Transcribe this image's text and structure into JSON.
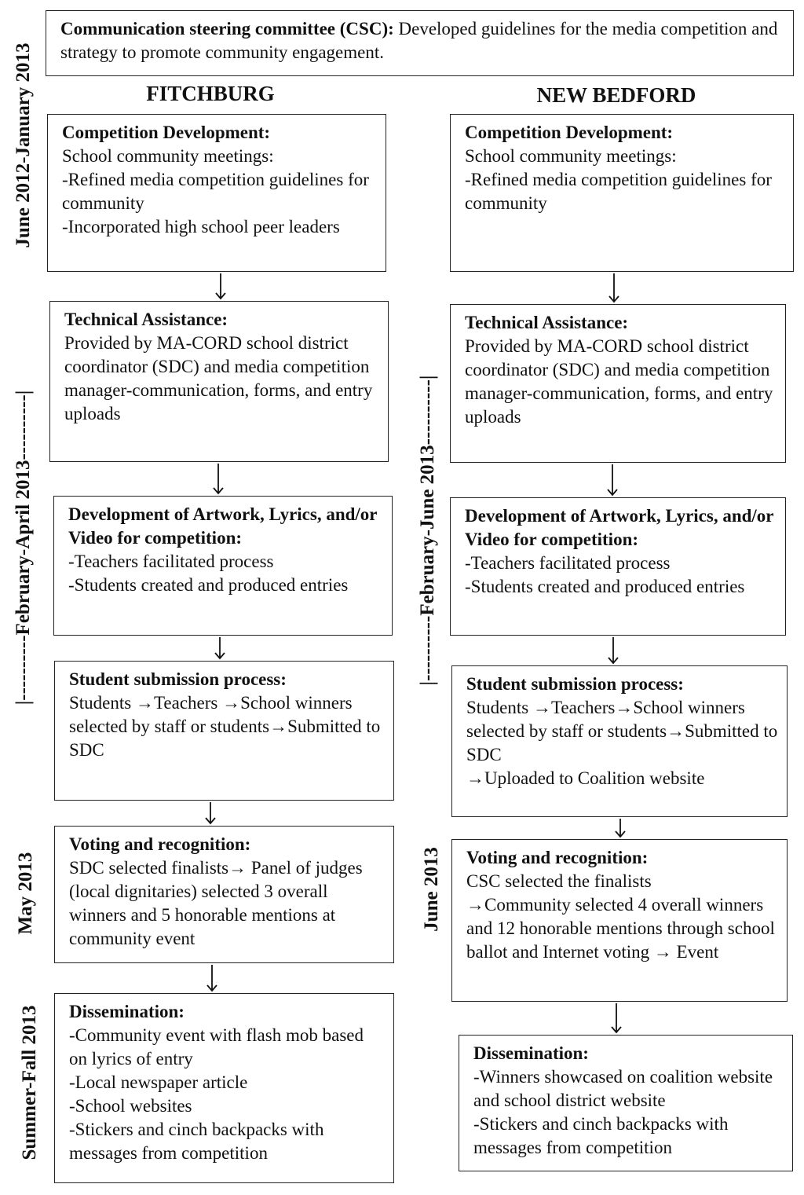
{
  "top": {
    "title": "Communication steering committee (CSC):",
    "text": " Developed guidelines for the media competition and strategy to promote community engagement."
  },
  "columns": {
    "left": {
      "heading": "FITCHBURG",
      "boxes": [
        {
          "title": "Competition Development:",
          "lines": [
            "School community meetings:",
            "-Refined media competition guidelines for community",
            "-Incorporated high school peer leaders"
          ]
        },
        {
          "title": "Technical Assistance:",
          "lines": [
            "Provided by MA-CORD school district coordinator (SDC) and media competition manager-communication, forms, and entry uploads"
          ]
        },
        {
          "title": "Development of Artwork, Lyrics, and/or Video for competition:",
          "lines": [
            "-Teachers facilitated process",
            "-Students created and produced entries"
          ]
        },
        {
          "title": "Student submission process:",
          "lines": [
            "Students →Teachers →School winners selected by staff or students→Submitted to SDC"
          ]
        },
        {
          "title": "Voting and recognition:",
          "lines": [
            "SDC selected finalists→ Panel of judges (local dignitaries) selected 3 overall winners and 5 honorable mentions at community event"
          ]
        },
        {
          "title": "Dissemination:",
          "lines": [
            "-Community event with flash mob based on lyrics of entry",
            "-Local newspaper article",
            "-School websites",
            "-Stickers and cinch backpacks with messages from competition"
          ]
        }
      ]
    },
    "right": {
      "heading": "NEW BEDFORD",
      "boxes": [
        {
          "title": "Competition Development:",
          "lines": [
            "School community meetings:",
            "-Refined media competition guidelines for community"
          ]
        },
        {
          "title": "Technical Assistance:",
          "lines": [
            "Provided by MA-CORD school district coordinator (SDC) and media competition manager-communication, forms, and entry uploads"
          ]
        },
        {
          "title": "Development of Artwork, Lyrics, and/or Video for competition:",
          "lines": [
            "-Teachers facilitated process",
            "-Students created and produced entries"
          ]
        },
        {
          "title": "Student submission process:",
          "lines": [
            "Students →Teachers→School winners selected by staff or students→Submitted to SDC",
            "→Uploaded to Coalition website"
          ]
        },
        {
          "title": "Voting and recognition:",
          "lines": [
            "CSC selected the finalists",
            "→Community selected 4 overall winners and 12 honorable mentions through school ballot and Internet voting → Event"
          ]
        },
        {
          "title": "Dissemination:",
          "lines": [
            "-Winners showcased on coalition website and school district website",
            "-Stickers and cinch backpacks with messages from competition"
          ]
        }
      ]
    }
  },
  "timeline": {
    "left": [
      "June 2012-January 2013",
      "|----------February-April 2013----------|",
      "May 2013",
      "Summer-Fall 2013"
    ],
    "right": [
      "|----------February-June 2013----------|",
      "June 2013"
    ]
  }
}
